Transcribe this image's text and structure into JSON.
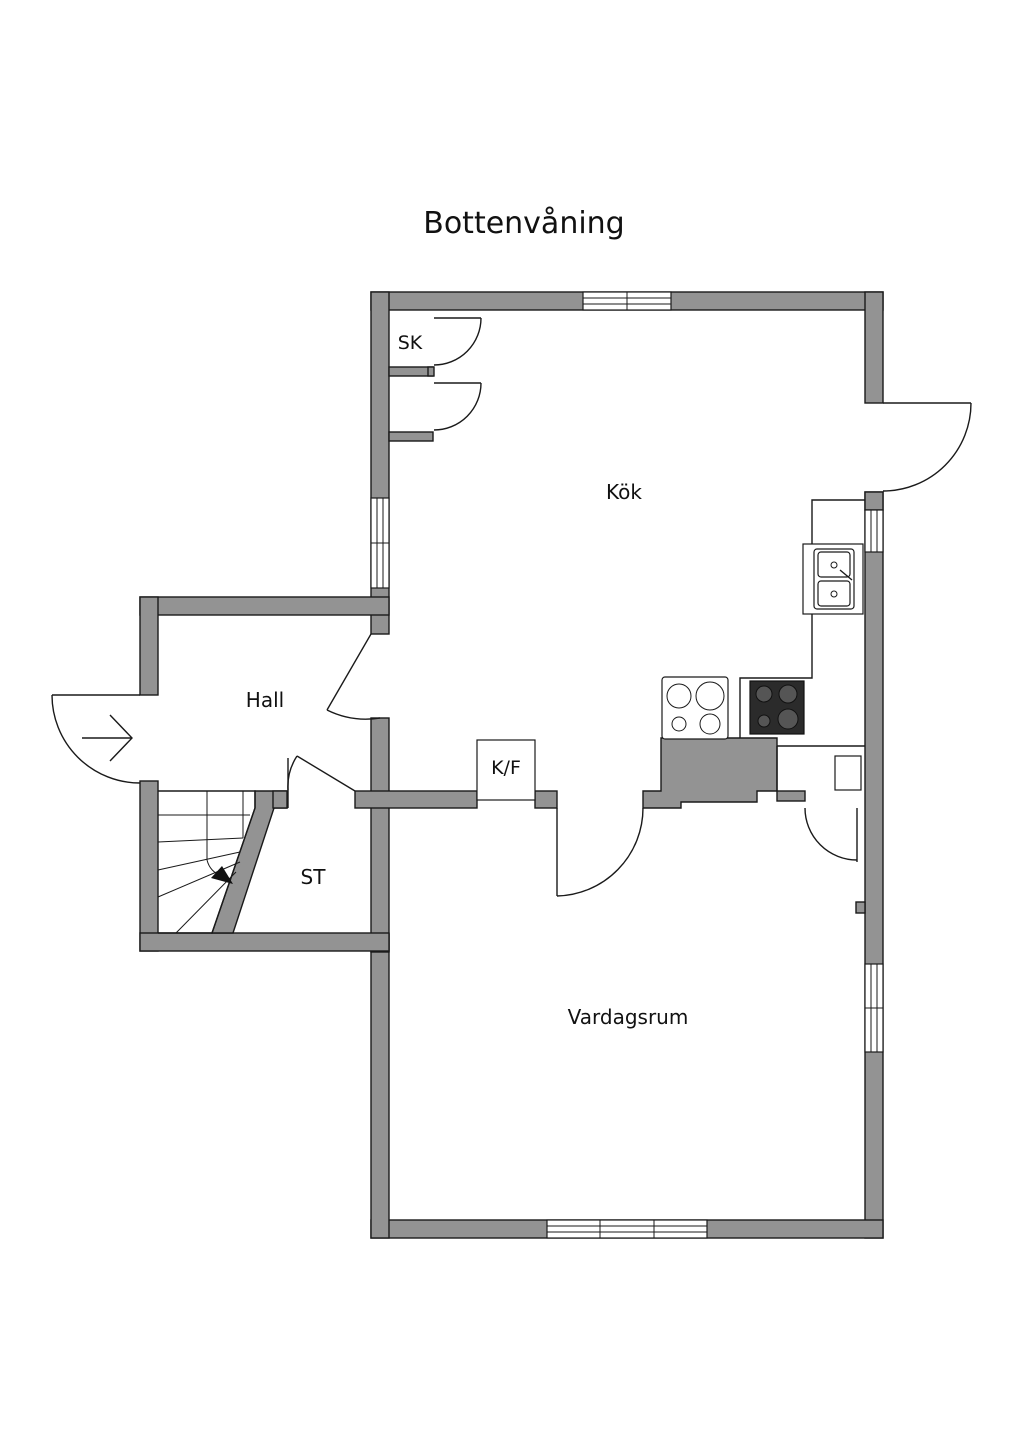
{
  "title": "Bottenvåning",
  "rooms": {
    "kok": "Kök",
    "hall": "Hall",
    "vardagsrum": "Vardagsrum",
    "sk": "SK",
    "st": "ST",
    "kf": "K/F"
  },
  "colors": {
    "wall_fill": "#939393",
    "line": "#1a1a1a",
    "background": "#ffffff"
  }
}
